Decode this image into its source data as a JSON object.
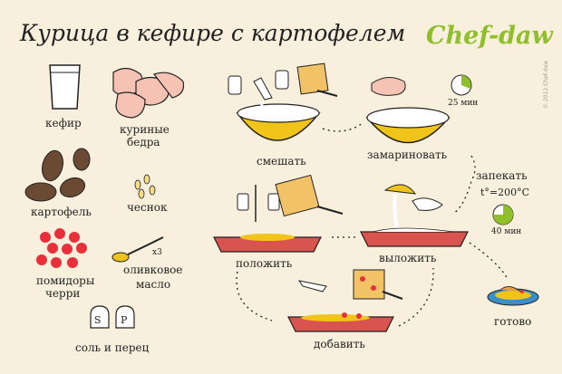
{
  "header": {
    "title": "Курица в кефире с картофелем",
    "brand": "Chef-daw",
    "copyright": "© 2012 Chef-daw"
  },
  "ingredients": {
    "kefir": "кефир",
    "chicken_1": "куриные",
    "chicken_2": "бедра",
    "potato": "картофель",
    "garlic": "чеснок",
    "tomato_1": "помидоры",
    "tomato_2": "черри",
    "oil_1": "оливковое",
    "oil_2": "масло",
    "oil_count": "x3",
    "salt_pepper": "соль и перец"
  },
  "steps": {
    "mix": "смешать",
    "marinate": "замариновать",
    "marinate_time": "25 мин",
    "bake": "запекать",
    "bake_temp": "t°=200°C",
    "bake_time": "40 мин",
    "place": "положить",
    "pour": "выложить",
    "add": "добавить",
    "done": "готово"
  },
  "colors": {
    "background": "#f8efdc",
    "brand_green": "#8fbf2a",
    "bowl_yellow": "#f0c419",
    "tray_red": "#d9534f",
    "tomato": "#e8303a",
    "potato": "#6b4a34",
    "chicken": "#f6c2b4",
    "board": "#f2c267"
  },
  "icons": [
    "kefir-glass-icon",
    "chicken-thighs-icon",
    "potatoes-icon",
    "garlic-icon",
    "cherry-tomatoes-icon",
    "olive-oil-spoon-icon",
    "salt-pepper-shakers-icon",
    "mixing-bowl-icon",
    "marinating-bowl-icon",
    "baking-tray-icon",
    "timer-icon",
    "plate-icon"
  ]
}
